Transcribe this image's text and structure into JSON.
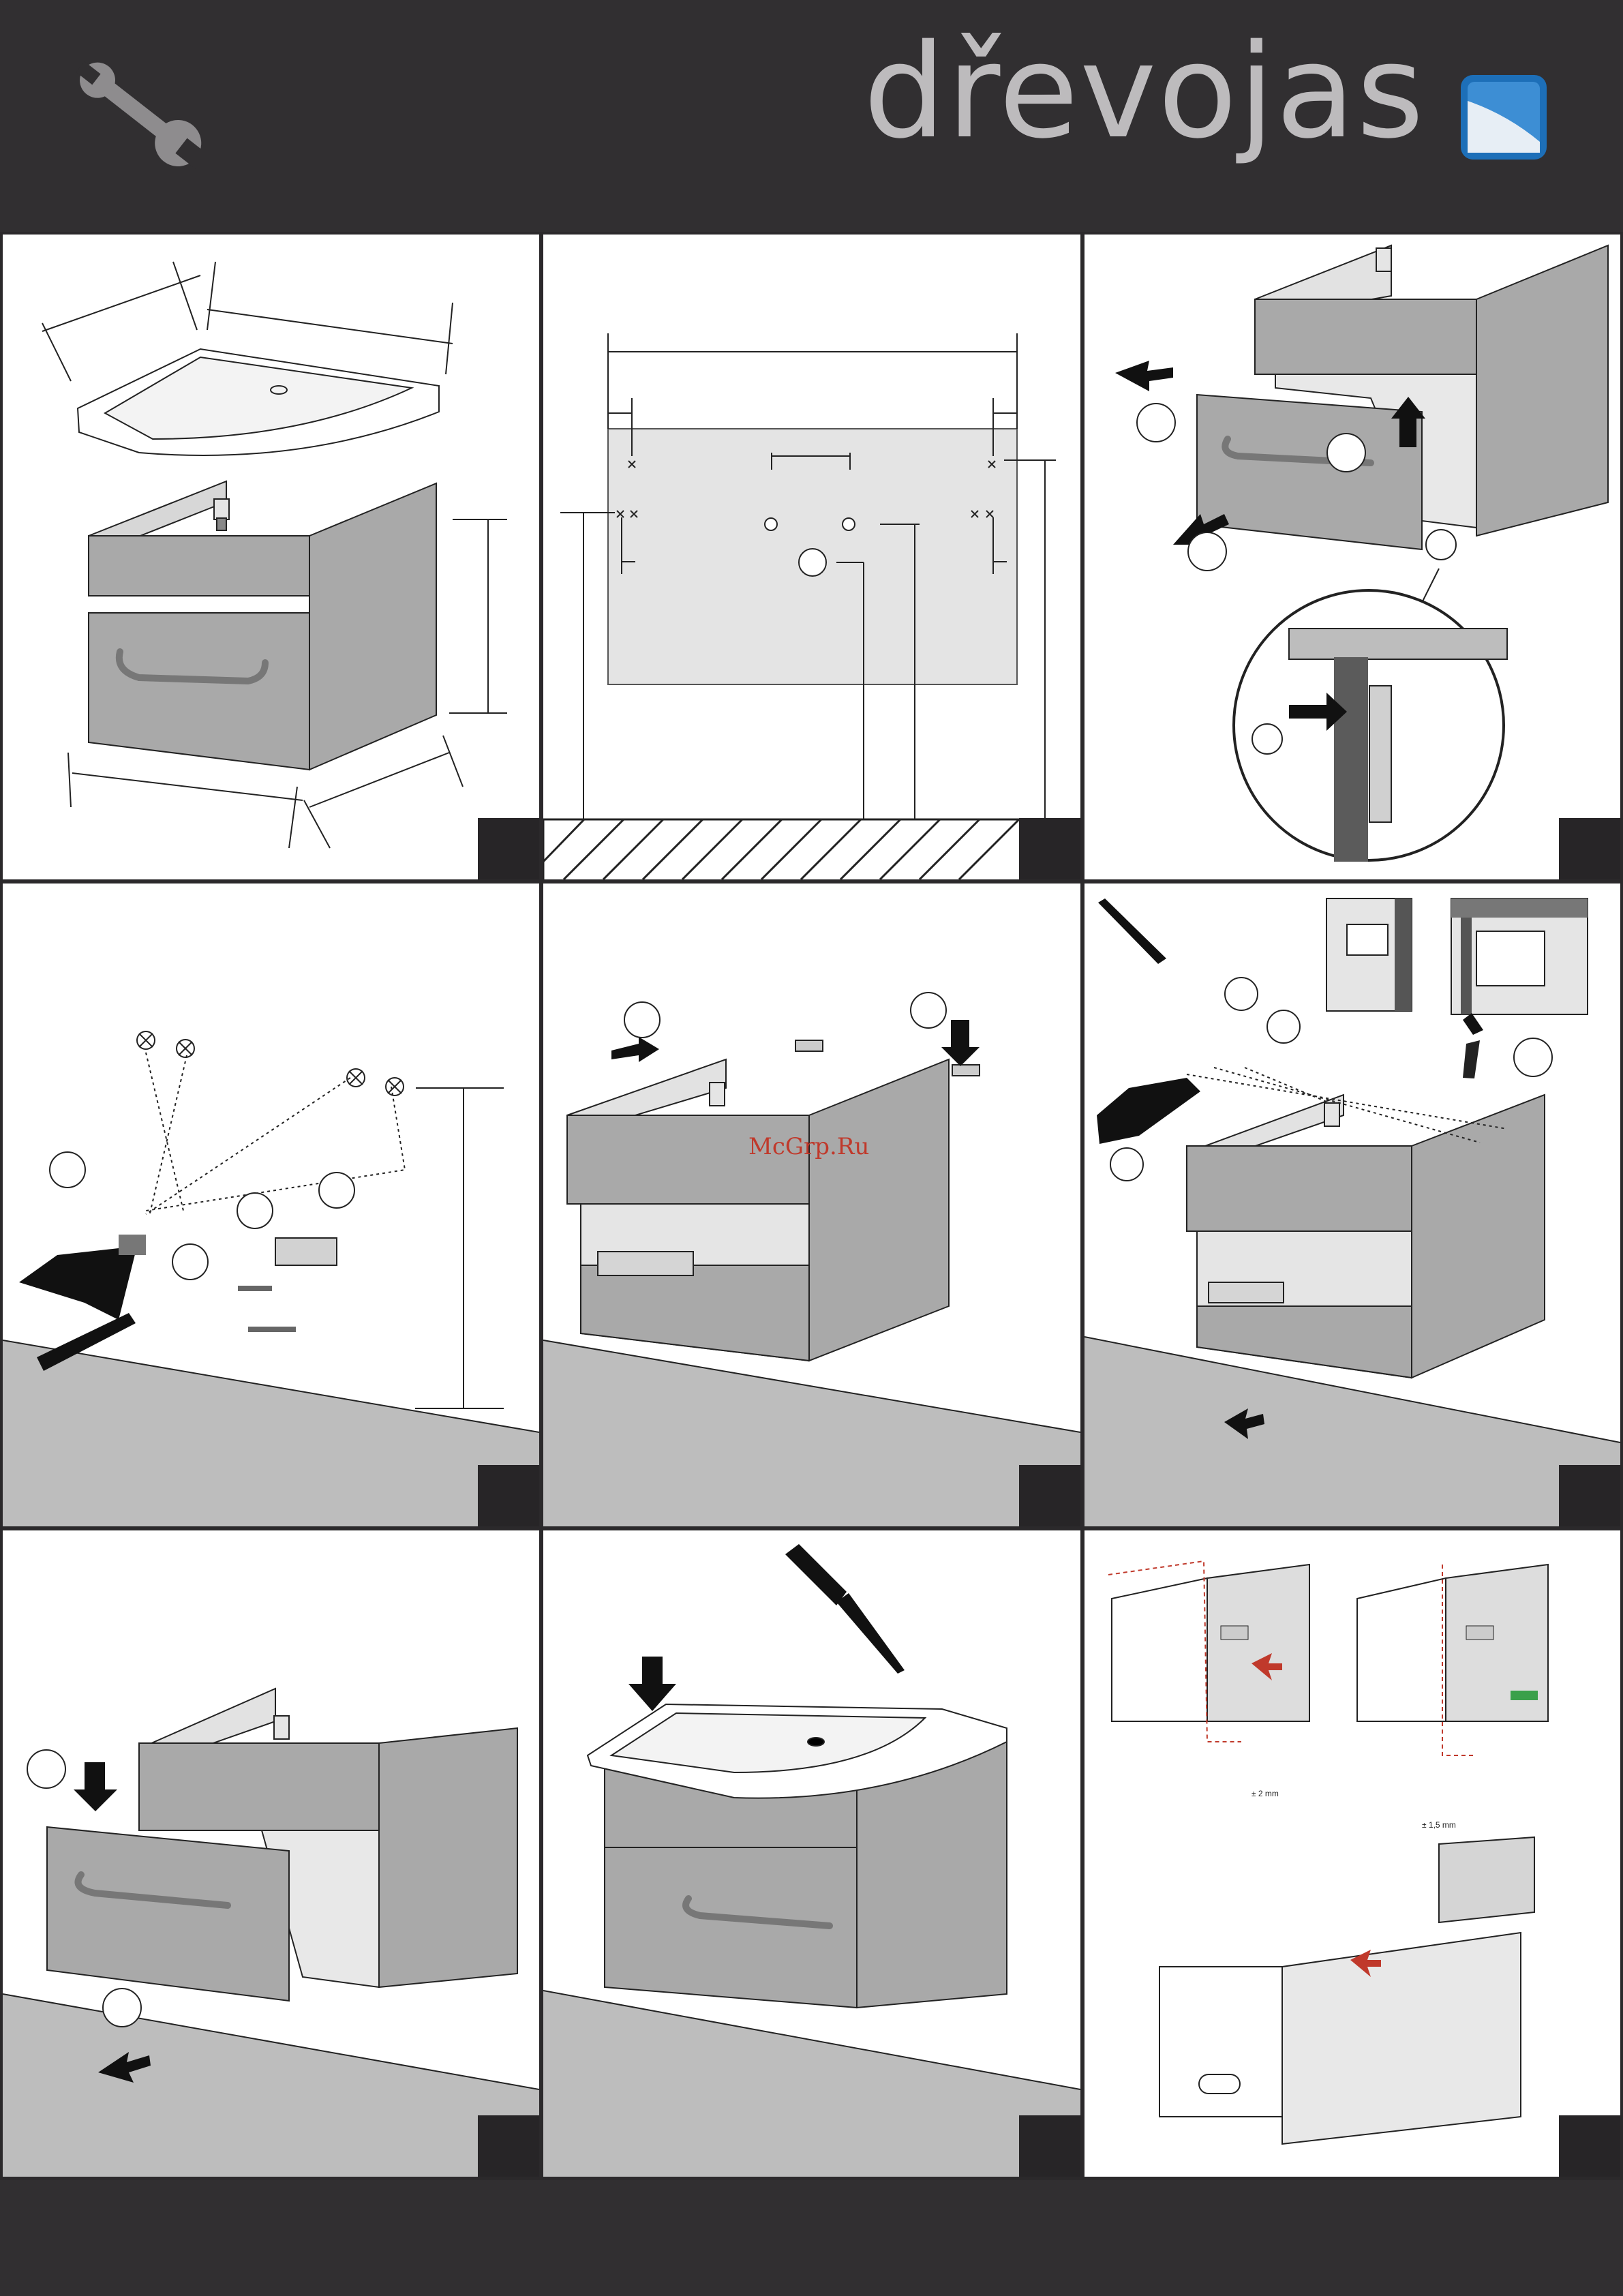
{
  "header": {
    "brand_name": "dřevojas",
    "icons": {
      "tool": "wrench-icon",
      "logo": "drevojas-square-logo-icon"
    },
    "colors": {
      "bar": "#312f31",
      "brand_text": "#bdbbbd",
      "logo_blue": "#1d6fb8"
    }
  },
  "watermark": "McGrp.Ru",
  "steps": [
    {
      "id": 1,
      "content": "basin and cabinet dimensions"
    },
    {
      "id": 2,
      "content": "wall drilling layout"
    },
    {
      "id": 3,
      "content": "drawer removal"
    },
    {
      "id": 4,
      "content": "drilling and wall plugs"
    },
    {
      "id": 5,
      "content": "hanging the cabinet"
    },
    {
      "id": 6,
      "content": "adjusting the hanger"
    },
    {
      "id": 7,
      "content": "reinserting the drawer"
    },
    {
      "id": 8,
      "content": "sealing and mounting the basin"
    },
    {
      "id": 9,
      "content": "front adjustment"
    }
  ],
  "adjustments": {
    "side": "± 2 mm",
    "height": "± 1,5 mm"
  },
  "footer": {
    "colors": {
      "bar": "#312f31"
    }
  }
}
